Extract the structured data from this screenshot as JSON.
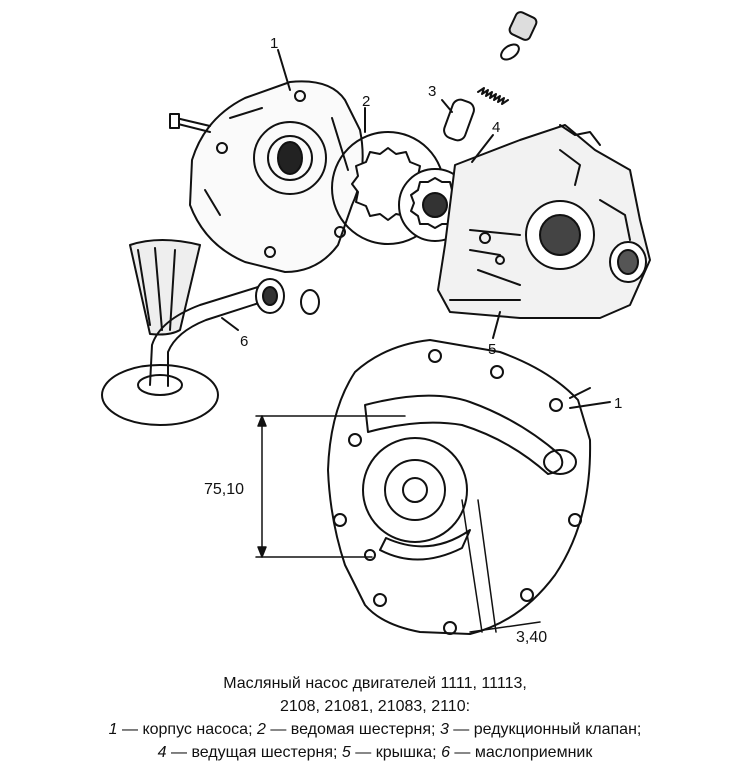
{
  "callouts": {
    "c1_top": "1",
    "c2": "2",
    "c3": "3",
    "c4": "4",
    "c5": "5",
    "c6": "6",
    "c1_bottom": "1"
  },
  "dimensions": {
    "height": "75,10",
    "offset": "3,40"
  },
  "caption": {
    "title_line1": "Масляный насос двигателей 1111, 11113,",
    "title_line2": "2108, 21081, 21083, 2110:",
    "legend": [
      {
        "num": "1",
        "text": " — корпус насоса; "
      },
      {
        "num": "2",
        "text": " — ведомая шестерня; "
      },
      {
        "num": "3",
        "text": " — редукционный клапан;"
      },
      {
        "num": "4",
        "text": " — ведущая шестерня; "
      },
      {
        "num": "5",
        "text": " — крышка; "
      },
      {
        "num": "6",
        "text": " — маслоприемник"
      }
    ]
  },
  "colors": {
    "ink": "#111111",
    "background": "#ffffff"
  }
}
